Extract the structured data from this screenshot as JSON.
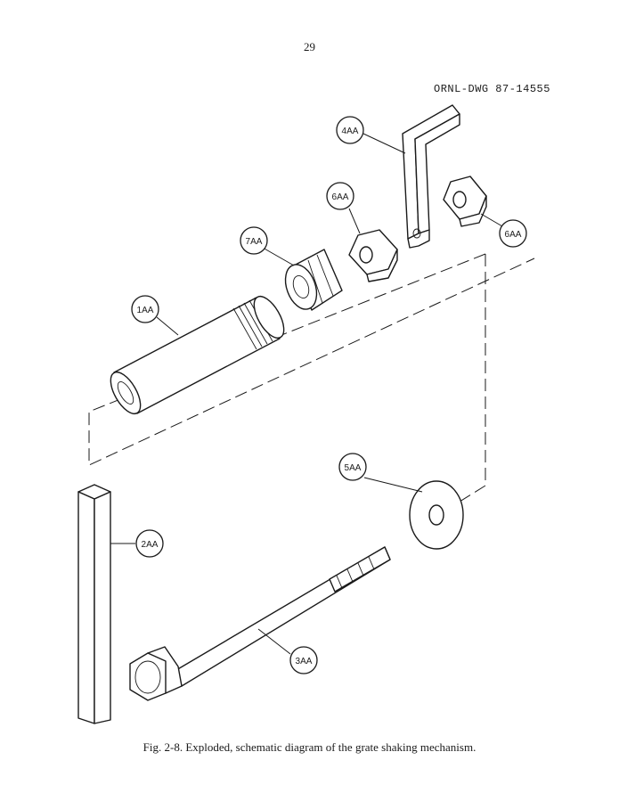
{
  "page_number": "29",
  "drawing_id": "ORNL-DWG 87-14555",
  "caption": "Fig. 2-8. Exploded, schematic diagram of the grate shaking mechanism.",
  "parts": {
    "p1": "1AA",
    "p2": "2AA",
    "p3": "3AA",
    "p4": "4AA",
    "p5": "5AA",
    "p6a": "6AA",
    "p6b": "6AA",
    "p7": "7AA"
  }
}
